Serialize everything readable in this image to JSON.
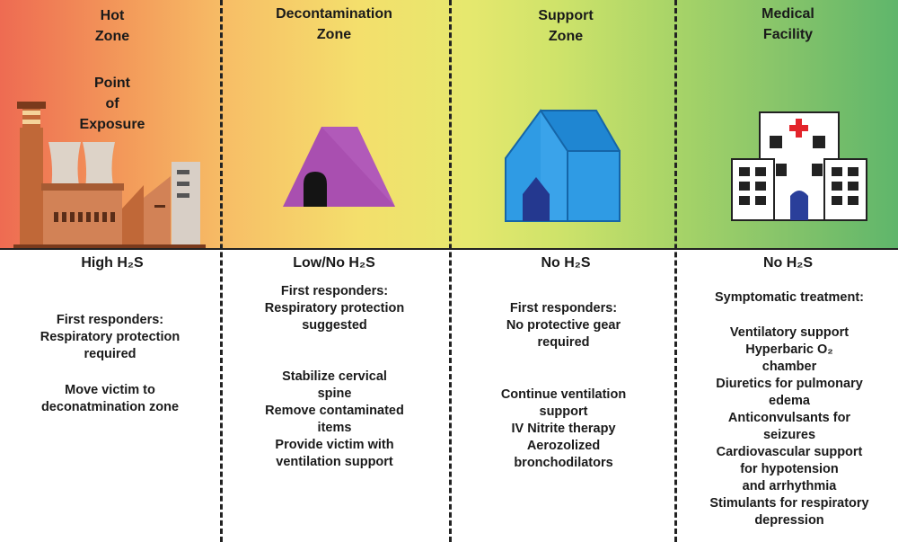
{
  "zones": [
    {
      "title": "Hot\nZone",
      "subtitle": "Point\nof\nExposure",
      "h2s_level": "High H₂S",
      "responder_note": "First responders:\nRespiratory protection\nrequired",
      "actions": "Move victim to\ndeconatmination zone",
      "icon": "factory-icon"
    },
    {
      "title": "Decontamination\nZone",
      "h2s_level": "Low/No H₂S",
      "responder_note": "First responders:\nRespiratory protection\nsuggested",
      "actions": "Stabilize cervical\nspine\nRemove contaminated\nitems\nProvide victim with\nventilation support",
      "icon": "tent-icon"
    },
    {
      "title": "Support\nZone",
      "h2s_level": "No H₂S",
      "responder_note": "First responders:\nNo protective gear\nrequired",
      "actions": "Continue ventilation\nsupport\nIV Nitrite therapy\nAerozolized\nbronchodilators",
      "icon": "shelter-icon"
    },
    {
      "title": "Medical\nFacility",
      "h2s_level": "No H₂S",
      "treatment_heading": "Symptomatic treatment:",
      "actions": "Ventilatory support\nHyperbaric O₂\nchamber\nDiuretics for pulmonary\nedema\nAnticonvulsants for\nseizures\nCardiovascular support\nfor hypotension\nand arrhythmia\nStimulants for respiratory\ndepression",
      "icon": "hospital-icon"
    }
  ],
  "colors": {
    "gradient_start": "#ee6b52",
    "gradient_mid": "#e6e86e",
    "gradient_end": "#5fb66b",
    "tent": "#a94fb0",
    "shelter": "#2f9be4",
    "hospital_cross": "#e3242b",
    "hospital_door": "#2a3f9a"
  }
}
